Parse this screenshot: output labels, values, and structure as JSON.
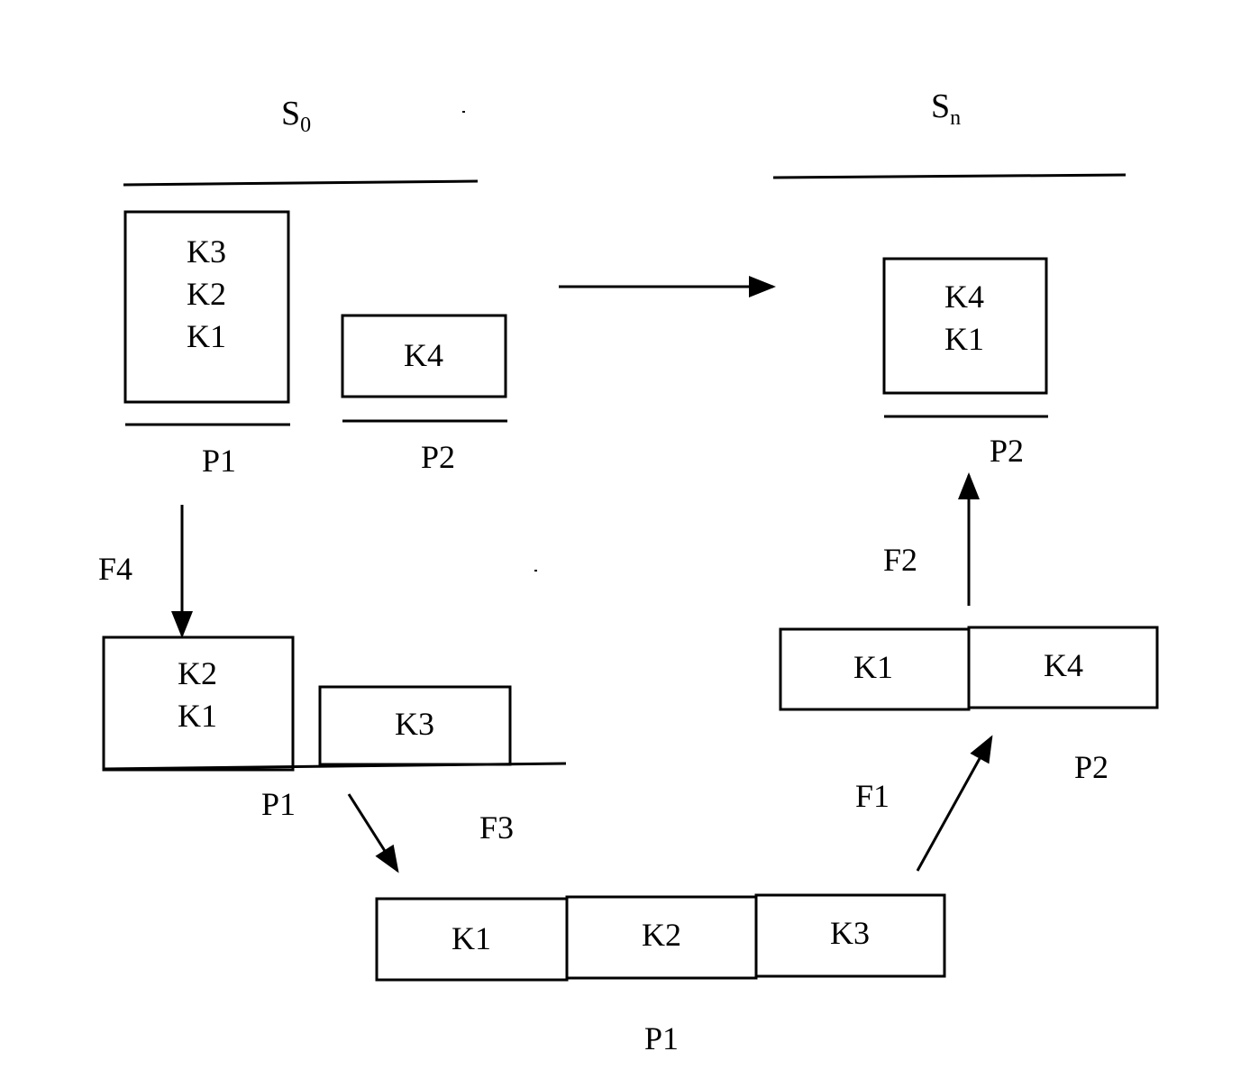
{
  "states": {
    "initial": {
      "base": "S",
      "sub": "0"
    },
    "final": {
      "base": "S",
      "sub": "n"
    }
  },
  "stage_initial": {
    "p1_box": [
      "K3",
      "K2",
      "K1"
    ],
    "p1_label": "P1",
    "p2_box": [
      "K4"
    ],
    "p2_label": "P2"
  },
  "stage_after_f4": {
    "arrow_label": "F4",
    "p1_box": [
      "K2",
      "K1"
    ],
    "p1_label": "P1",
    "side_box": [
      "K3"
    ]
  },
  "stage_after_f3": {
    "arrow_label": "F3",
    "cells": [
      "K1",
      "K2",
      "K3"
    ],
    "label": "P1"
  },
  "stage_after_f1": {
    "arrow_label": "F1",
    "cells": [
      "K1",
      "K4"
    ],
    "label": "P2"
  },
  "stage_final": {
    "arrow_label": "F2",
    "box": [
      "K4",
      "K1"
    ],
    "label": "P2"
  },
  "colors": {
    "ink": "#000000",
    "background": "#ffffff"
  }
}
